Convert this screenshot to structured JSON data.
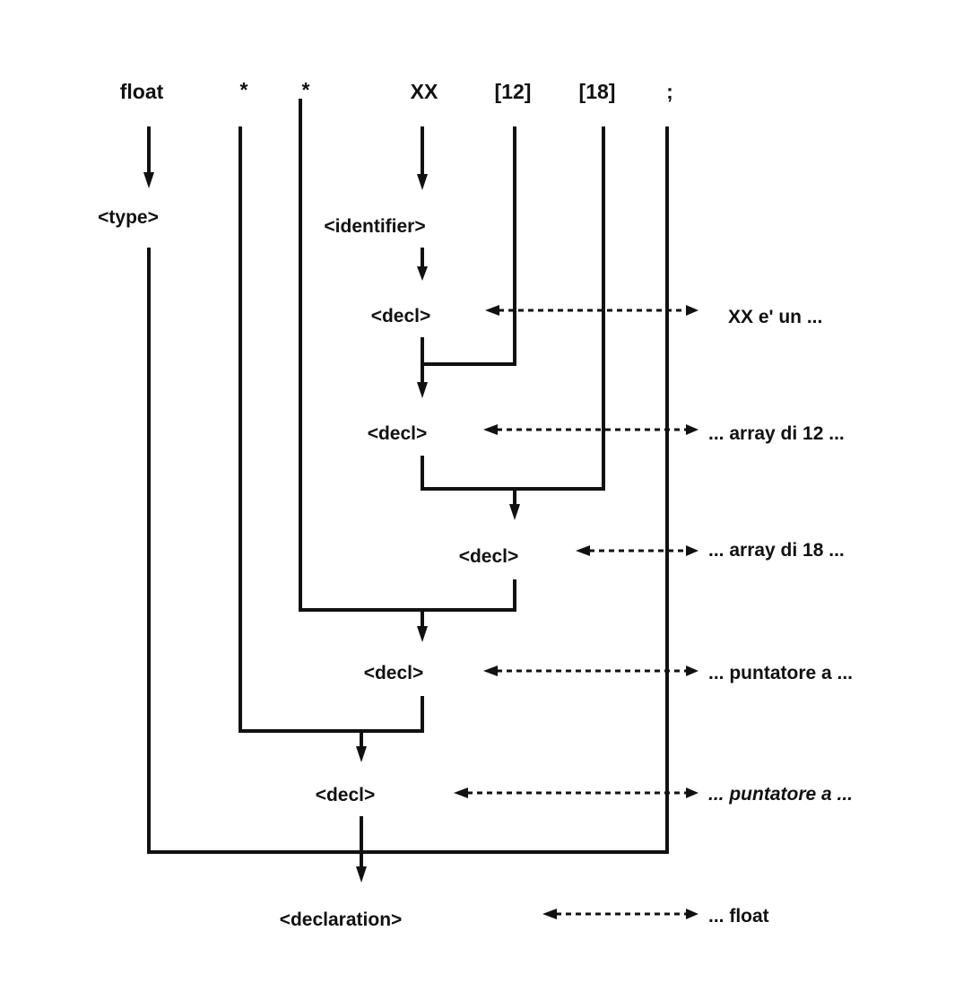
{
  "tokens": {
    "float": "float",
    "star1": "*",
    "star2": "*",
    "xx": "XX",
    "dim12": "[12]",
    "dim18": "[18]",
    "semi": ";"
  },
  "nodes": {
    "type": "<type>",
    "identifier": "<identifier>",
    "decl1": "<decl>",
    "decl2": "<decl>",
    "decl3": "<decl>",
    "decl4": "<decl>",
    "decl5": "<decl>",
    "declaration": "<declaration>"
  },
  "notes": {
    "n1": "XX e' un ...",
    "n2": "... array di 12 ...",
    "n3": "... array di 18 ...",
    "n4": "... puntatore a ...",
    "n5": "... puntatore a ...",
    "n6": "... float"
  }
}
